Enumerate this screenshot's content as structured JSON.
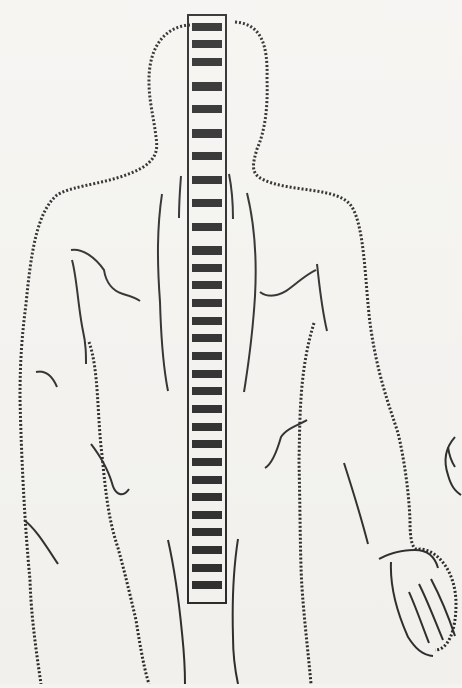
{
  "figure": {
    "subject": "",
    "colors": {
      "paper": "#f4f3f0",
      "ink": "#111111",
      "band": "#151515"
    }
  },
  "spine": {
    "bands": [
      {
        "t": 0.02,
        "w": 0.55
      },
      {
        "t": 0.05,
        "w": 0.6
      },
      {
        "t": 0.08,
        "w": 0.55
      },
      {
        "t": 0.12,
        "w": 0.7
      },
      {
        "t": 0.16,
        "w": 0.55
      },
      {
        "t": 0.2,
        "w": 0.65
      },
      {
        "t": 0.24,
        "w": 0.55
      },
      {
        "t": 0.28,
        "w": 0.6
      },
      {
        "t": 0.32,
        "w": 0.5
      },
      {
        "t": 0.36,
        "w": 0.55
      },
      {
        "t": 0.4,
        "w": 0.75
      },
      {
        "t": 0.43,
        "w": 0.6
      },
      {
        "t": 0.46,
        "w": 0.55
      },
      {
        "t": 0.49,
        "w": 0.5
      },
      {
        "t": 0.52,
        "w": 0.6
      },
      {
        "t": 0.55,
        "w": 0.55
      },
      {
        "t": 0.58,
        "w": 0.5
      },
      {
        "t": 0.61,
        "w": 0.55
      },
      {
        "t": 0.64,
        "w": 0.6
      },
      {
        "t": 0.67,
        "w": 0.55
      },
      {
        "t": 0.7,
        "w": 0.5
      },
      {
        "t": 0.73,
        "w": 0.55
      },
      {
        "t": 0.76,
        "w": 0.6
      },
      {
        "t": 0.79,
        "w": 0.55
      },
      {
        "t": 0.82,
        "w": 0.5
      },
      {
        "t": 0.85,
        "w": 0.6
      },
      {
        "t": 0.88,
        "w": 0.55
      },
      {
        "t": 0.91,
        "w": 0.5
      },
      {
        "t": 0.94,
        "w": 0.55
      },
      {
        "t": 0.97,
        "w": 0.5
      }
    ]
  }
}
